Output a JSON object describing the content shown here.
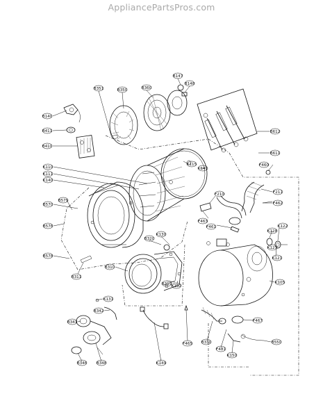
{
  "header": {
    "site": "AppliancePartsPros.com"
  },
  "callouts": [
    {
      "id": "K351",
      "code": "B351",
      "text": "B351"
    },
    {
      "id": "K350",
      "code": "B350",
      "text": "B350"
    },
    {
      "id": "K360",
      "code": "B360",
      "text": "B360"
    },
    {
      "id": "K147",
      "code": "B147",
      "text": "B147"
    },
    {
      "id": "K148",
      "code": "B148",
      "text": "B148"
    },
    {
      "id": "K140",
      "code": "B140",
      "text": "B140"
    },
    {
      "id": "K411",
      "code": "B411",
      "text": "B411"
    },
    {
      "id": "K410",
      "code": "B410",
      "text": "B410"
    },
    {
      "id": "K612",
      "code": "B612",
      "text": "B612"
    },
    {
      "id": "K611",
      "code": "B611",
      "text": "B611"
    },
    {
      "id": "K110",
      "code": "K110",
      "text": "K110"
    },
    {
      "id": "K111",
      "code": "K111",
      "text": "K111"
    },
    {
      "id": "K140b",
      "code": "K140",
      "text": "K140"
    },
    {
      "id": "K115",
      "code": "K115",
      "text": "K115"
    },
    {
      "id": "K141",
      "code": "K141",
      "text": "K141"
    },
    {
      "id": "F460",
      "code": "F460",
      "text": "F460"
    },
    {
      "id": "K570",
      "code": "B570",
      "text": "B570"
    },
    {
      "id": "K575",
      "code": "B575",
      "text": "B575"
    },
    {
      "id": "K576",
      "code": "B576",
      "text": "B576"
    },
    {
      "id": "K578",
      "code": "B578",
      "text": "B578"
    },
    {
      "id": "F210",
      "code": "F210",
      "text": "F210"
    },
    {
      "id": "F211",
      "code": "F211",
      "text": "F211"
    },
    {
      "id": "F462",
      "code": "F462",
      "text": "F462"
    },
    {
      "id": "F463",
      "code": "F463",
      "text": "F463"
    },
    {
      "id": "F461",
      "code": "F461",
      "text": "F461"
    },
    {
      "id": "K128",
      "code": "K128",
      "text": "K128"
    },
    {
      "id": "K122",
      "code": "K122",
      "text": "K122"
    },
    {
      "id": "K123",
      "code": "K123",
      "text": "K123"
    },
    {
      "id": "K121",
      "code": "K121",
      "text": "K121"
    },
    {
      "id": "K320",
      "code": "B320",
      "text": "B320"
    },
    {
      "id": "K130",
      "code": "K130",
      "text": "K130"
    },
    {
      "id": "K310",
      "code": "B310",
      "text": "B310"
    },
    {
      "id": "K311",
      "code": "B311",
      "text": "B311"
    },
    {
      "id": "K319",
      "code": "B319",
      "text": "B319"
    },
    {
      "id": "K132",
      "code": "K132",
      "text": "K132"
    },
    {
      "id": "K131",
      "code": "K131",
      "text": "K131"
    },
    {
      "id": "K105",
      "code": "K105",
      "text": "K105"
    },
    {
      "id": "K342",
      "code": "B342",
      "text": "B342"
    },
    {
      "id": "K341",
      "code": "B341",
      "text": "B341"
    },
    {
      "id": "K346",
      "code": "B346",
      "text": "B346"
    },
    {
      "id": "K348",
      "code": "B348",
      "text": "B348"
    },
    {
      "id": "K149",
      "code": "K149",
      "text": "K149"
    },
    {
      "id": "F465",
      "code": "F465",
      "text": "F465"
    },
    {
      "id": "F467",
      "code": "F467",
      "text": "F467"
    },
    {
      "id": "K330",
      "code": "B330",
      "text": "B330"
    },
    {
      "id": "F481",
      "code": "F481",
      "text": "F481"
    },
    {
      "id": "K150",
      "code": "K150",
      "text": "K150"
    },
    {
      "id": "K550",
      "code": "B550",
      "text": "B550"
    }
  ]
}
